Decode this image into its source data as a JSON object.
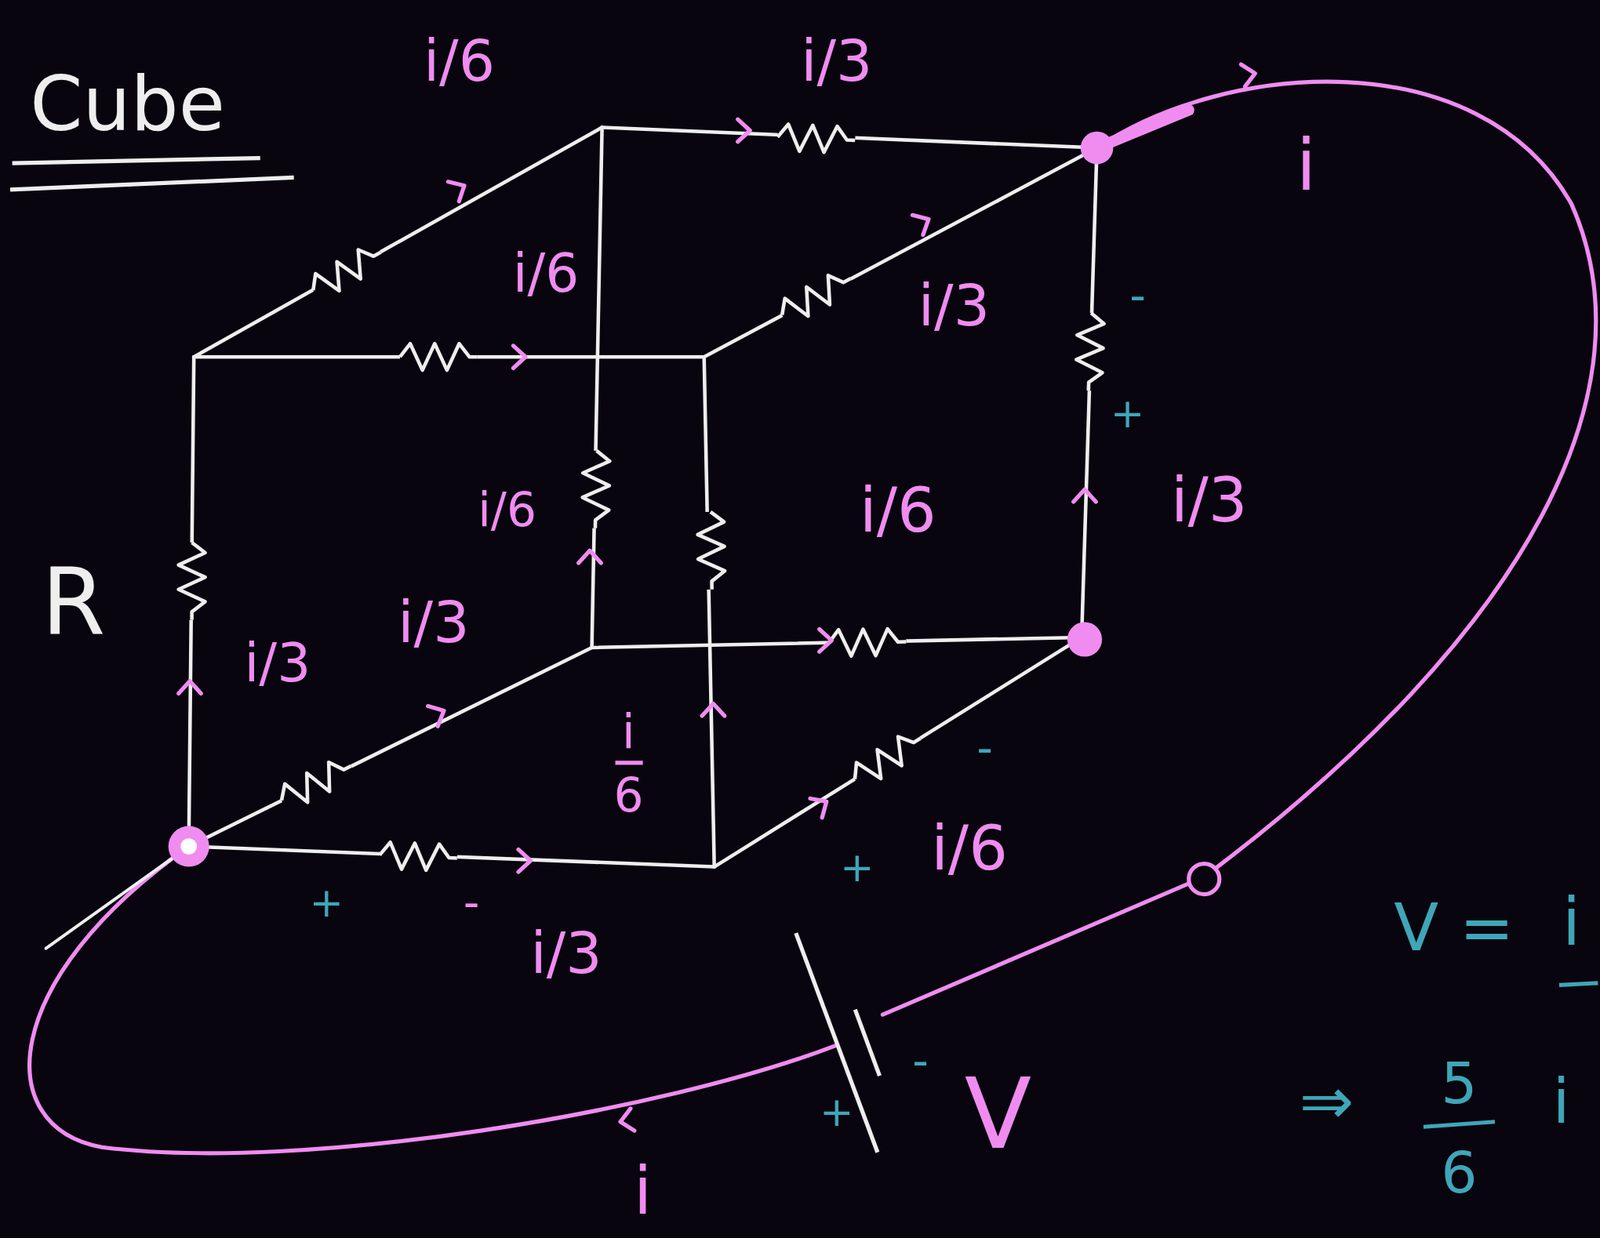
{
  "diagram": {
    "title": "Cube",
    "labels": [
      "i/6",
      "i/3",
      "i/6",
      "i/3",
      "-",
      "+",
      "i/3",
      "i/6",
      "i/6",
      "R",
      "i/3",
      "i/3",
      "i",
      "6",
      "-",
      "i/6",
      "+",
      "+",
      "-",
      "i/3",
      "i",
      "+",
      "-",
      "V",
      "i",
      "V =",
      "i",
      "⇒",
      "5",
      "6",
      "i"
    ]
  }
}
